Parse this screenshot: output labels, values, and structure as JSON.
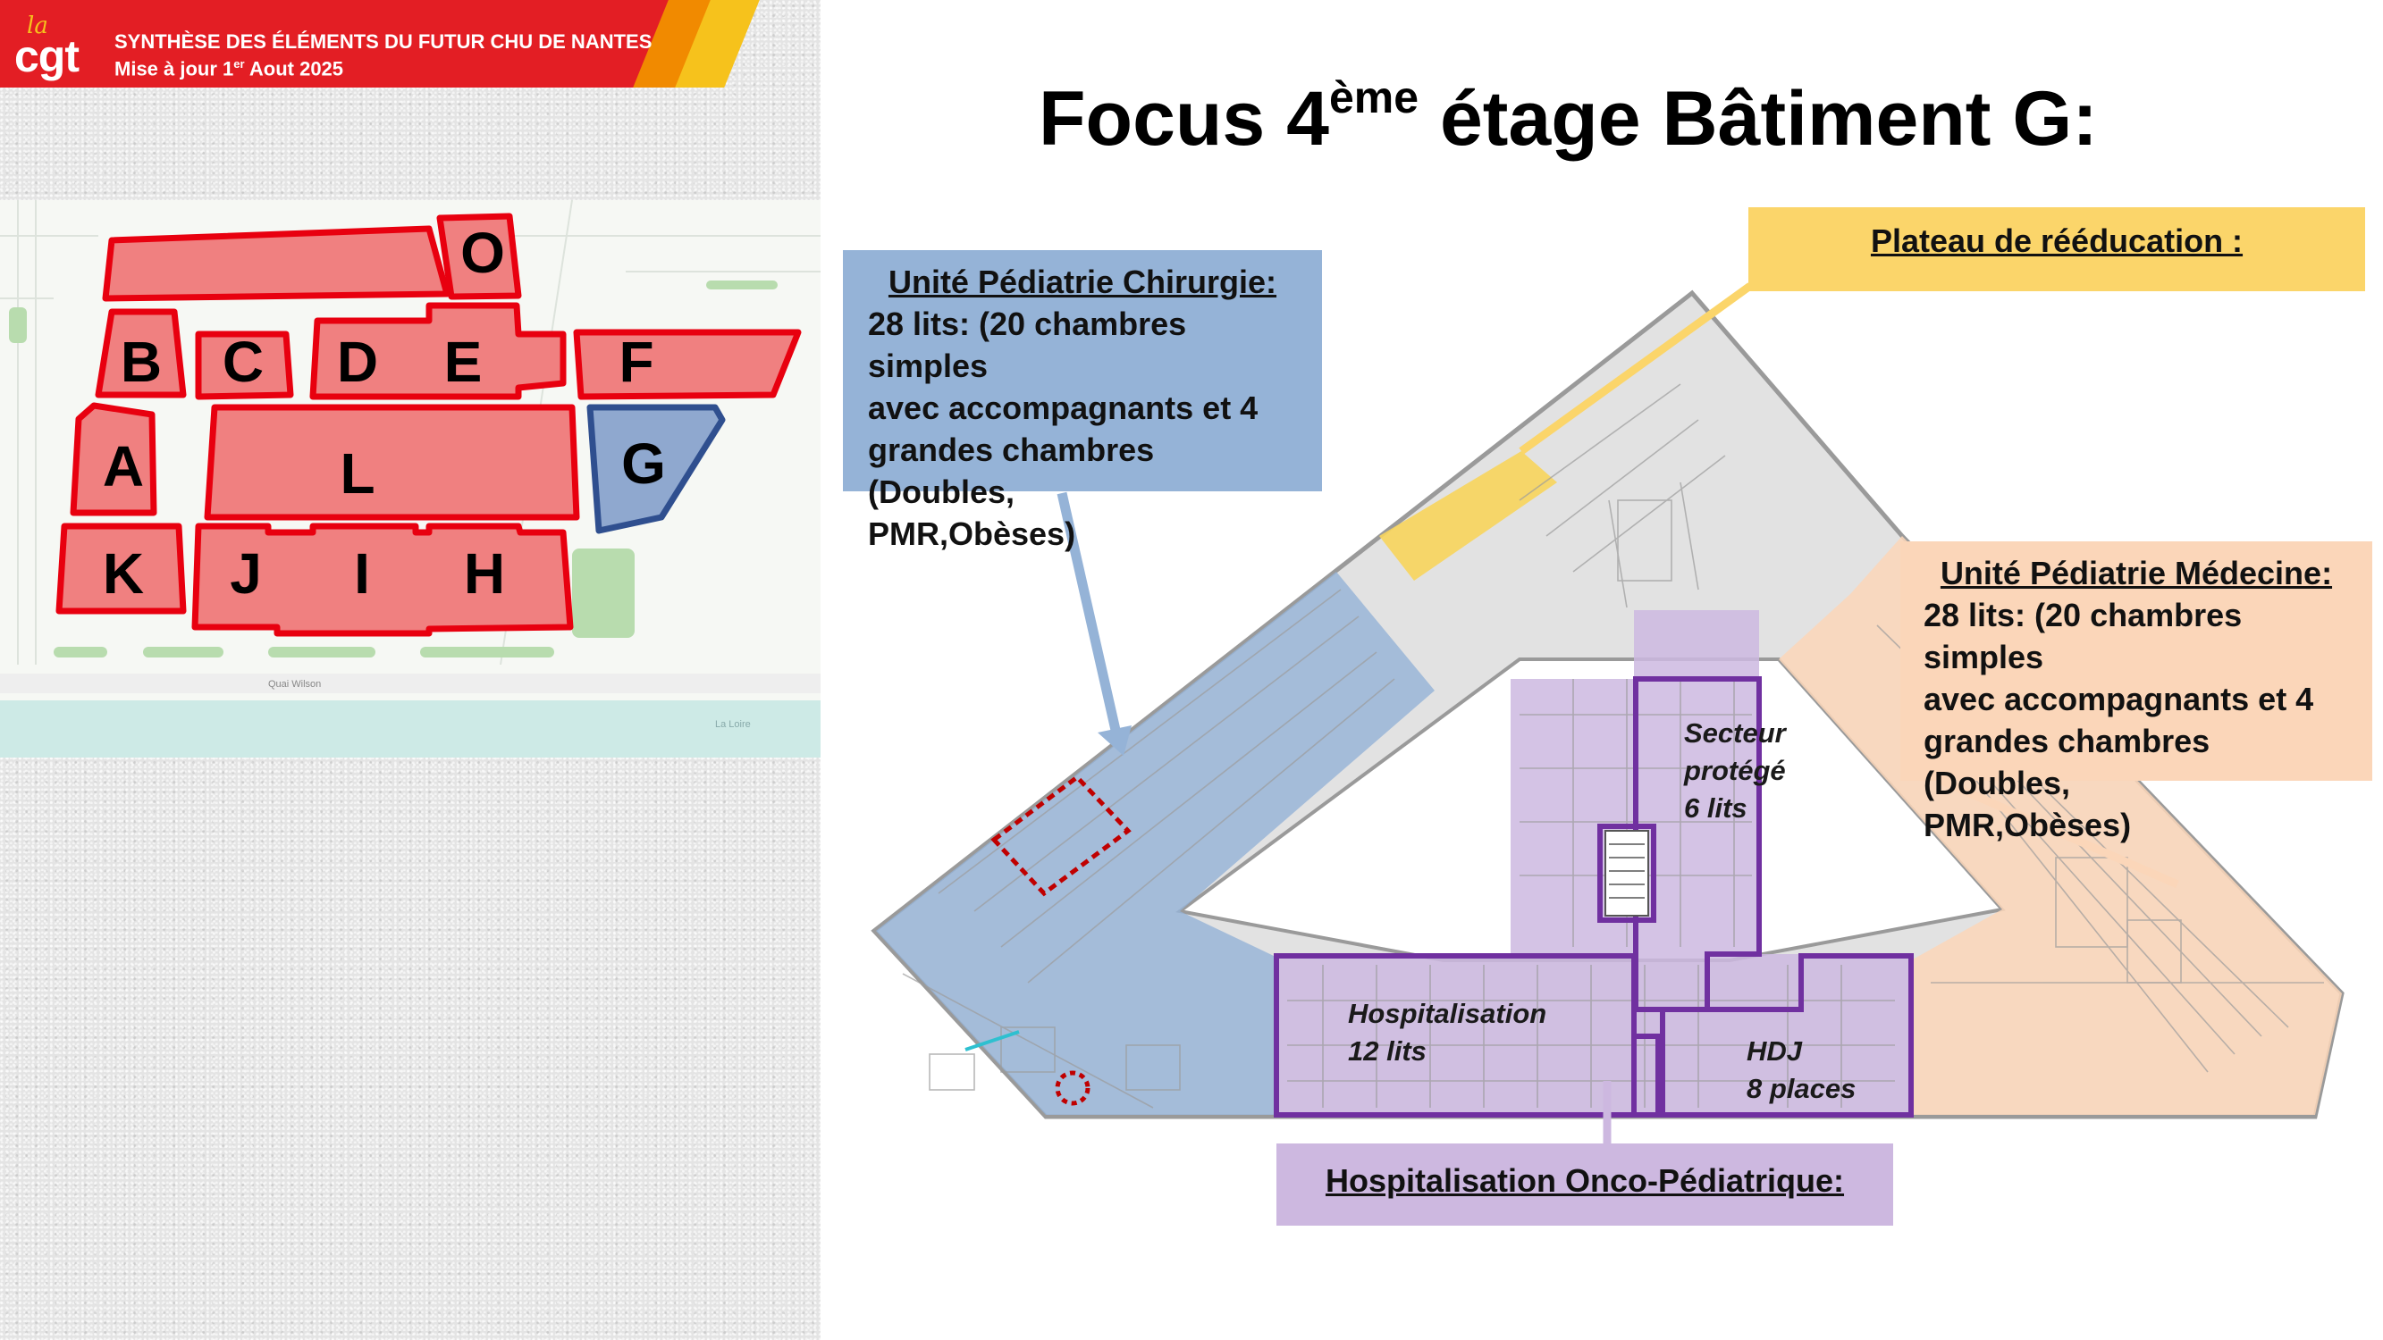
{
  "header": {
    "logo_small": "la",
    "logo_main": "cgt",
    "title_line": "SYNTHÈSE DES ÉLÉMENTS DU FUTUR CHU DE NANTES",
    "update_prefix": "Mise à jour 1",
    "update_sup": "er",
    "update_suffix": " Aout 2025"
  },
  "page_title": {
    "prefix": "Focus 4",
    "sup": "ème",
    "suffix": " étage Bâtiment G:"
  },
  "site_map": {
    "buildings": [
      "O",
      "B",
      "C",
      "D",
      "E",
      "F",
      "A",
      "L",
      "G",
      "K",
      "J",
      "I",
      "H"
    ],
    "highlighted": "G",
    "street_label": "Quai Wilson",
    "river_label": "La Loire",
    "colors": {
      "building_fill": "#f08080",
      "building_stroke": "#e8000f",
      "highlight_fill": "#8fa8cf",
      "highlight_stroke": "#2f4f8f"
    }
  },
  "callouts": {
    "chirurgie": {
      "title": "Unité Pédiatrie Chirurgie:",
      "lines": [
        "28 lits: (20 chambres simples",
        "avec accompagnants et 4",
        "grandes chambres (Doubles,",
        "PMR,Obèses)"
      ]
    },
    "reeducation": {
      "title": "Plateau de rééducation :"
    },
    "medecine": {
      "title": "Unité Pédiatrie Médecine:",
      "lines": [
        "28 lits: (20 chambres simples",
        "avec accompagnants et 4",
        "grandes chambres (Doubles,",
        "PMR,Obèses)"
      ]
    },
    "onco": {
      "title": "Hospitalisation Onco-Pédiatrique:"
    }
  },
  "zones": {
    "secteur": [
      "Secteur",
      "protégé",
      "6 lits"
    ],
    "hospitalisation": [
      "Hospitalisation",
      "12 lits"
    ],
    "hdj": [
      "HDJ",
      "8 places"
    ]
  },
  "colors": {
    "chirurgie": "#95b3d7",
    "reeducation": "#fbd56a",
    "medecine": "#fbd6b9",
    "onco": "#cdb8e0",
    "onco_outline": "#7030a0",
    "banner": "#e31e24"
  }
}
